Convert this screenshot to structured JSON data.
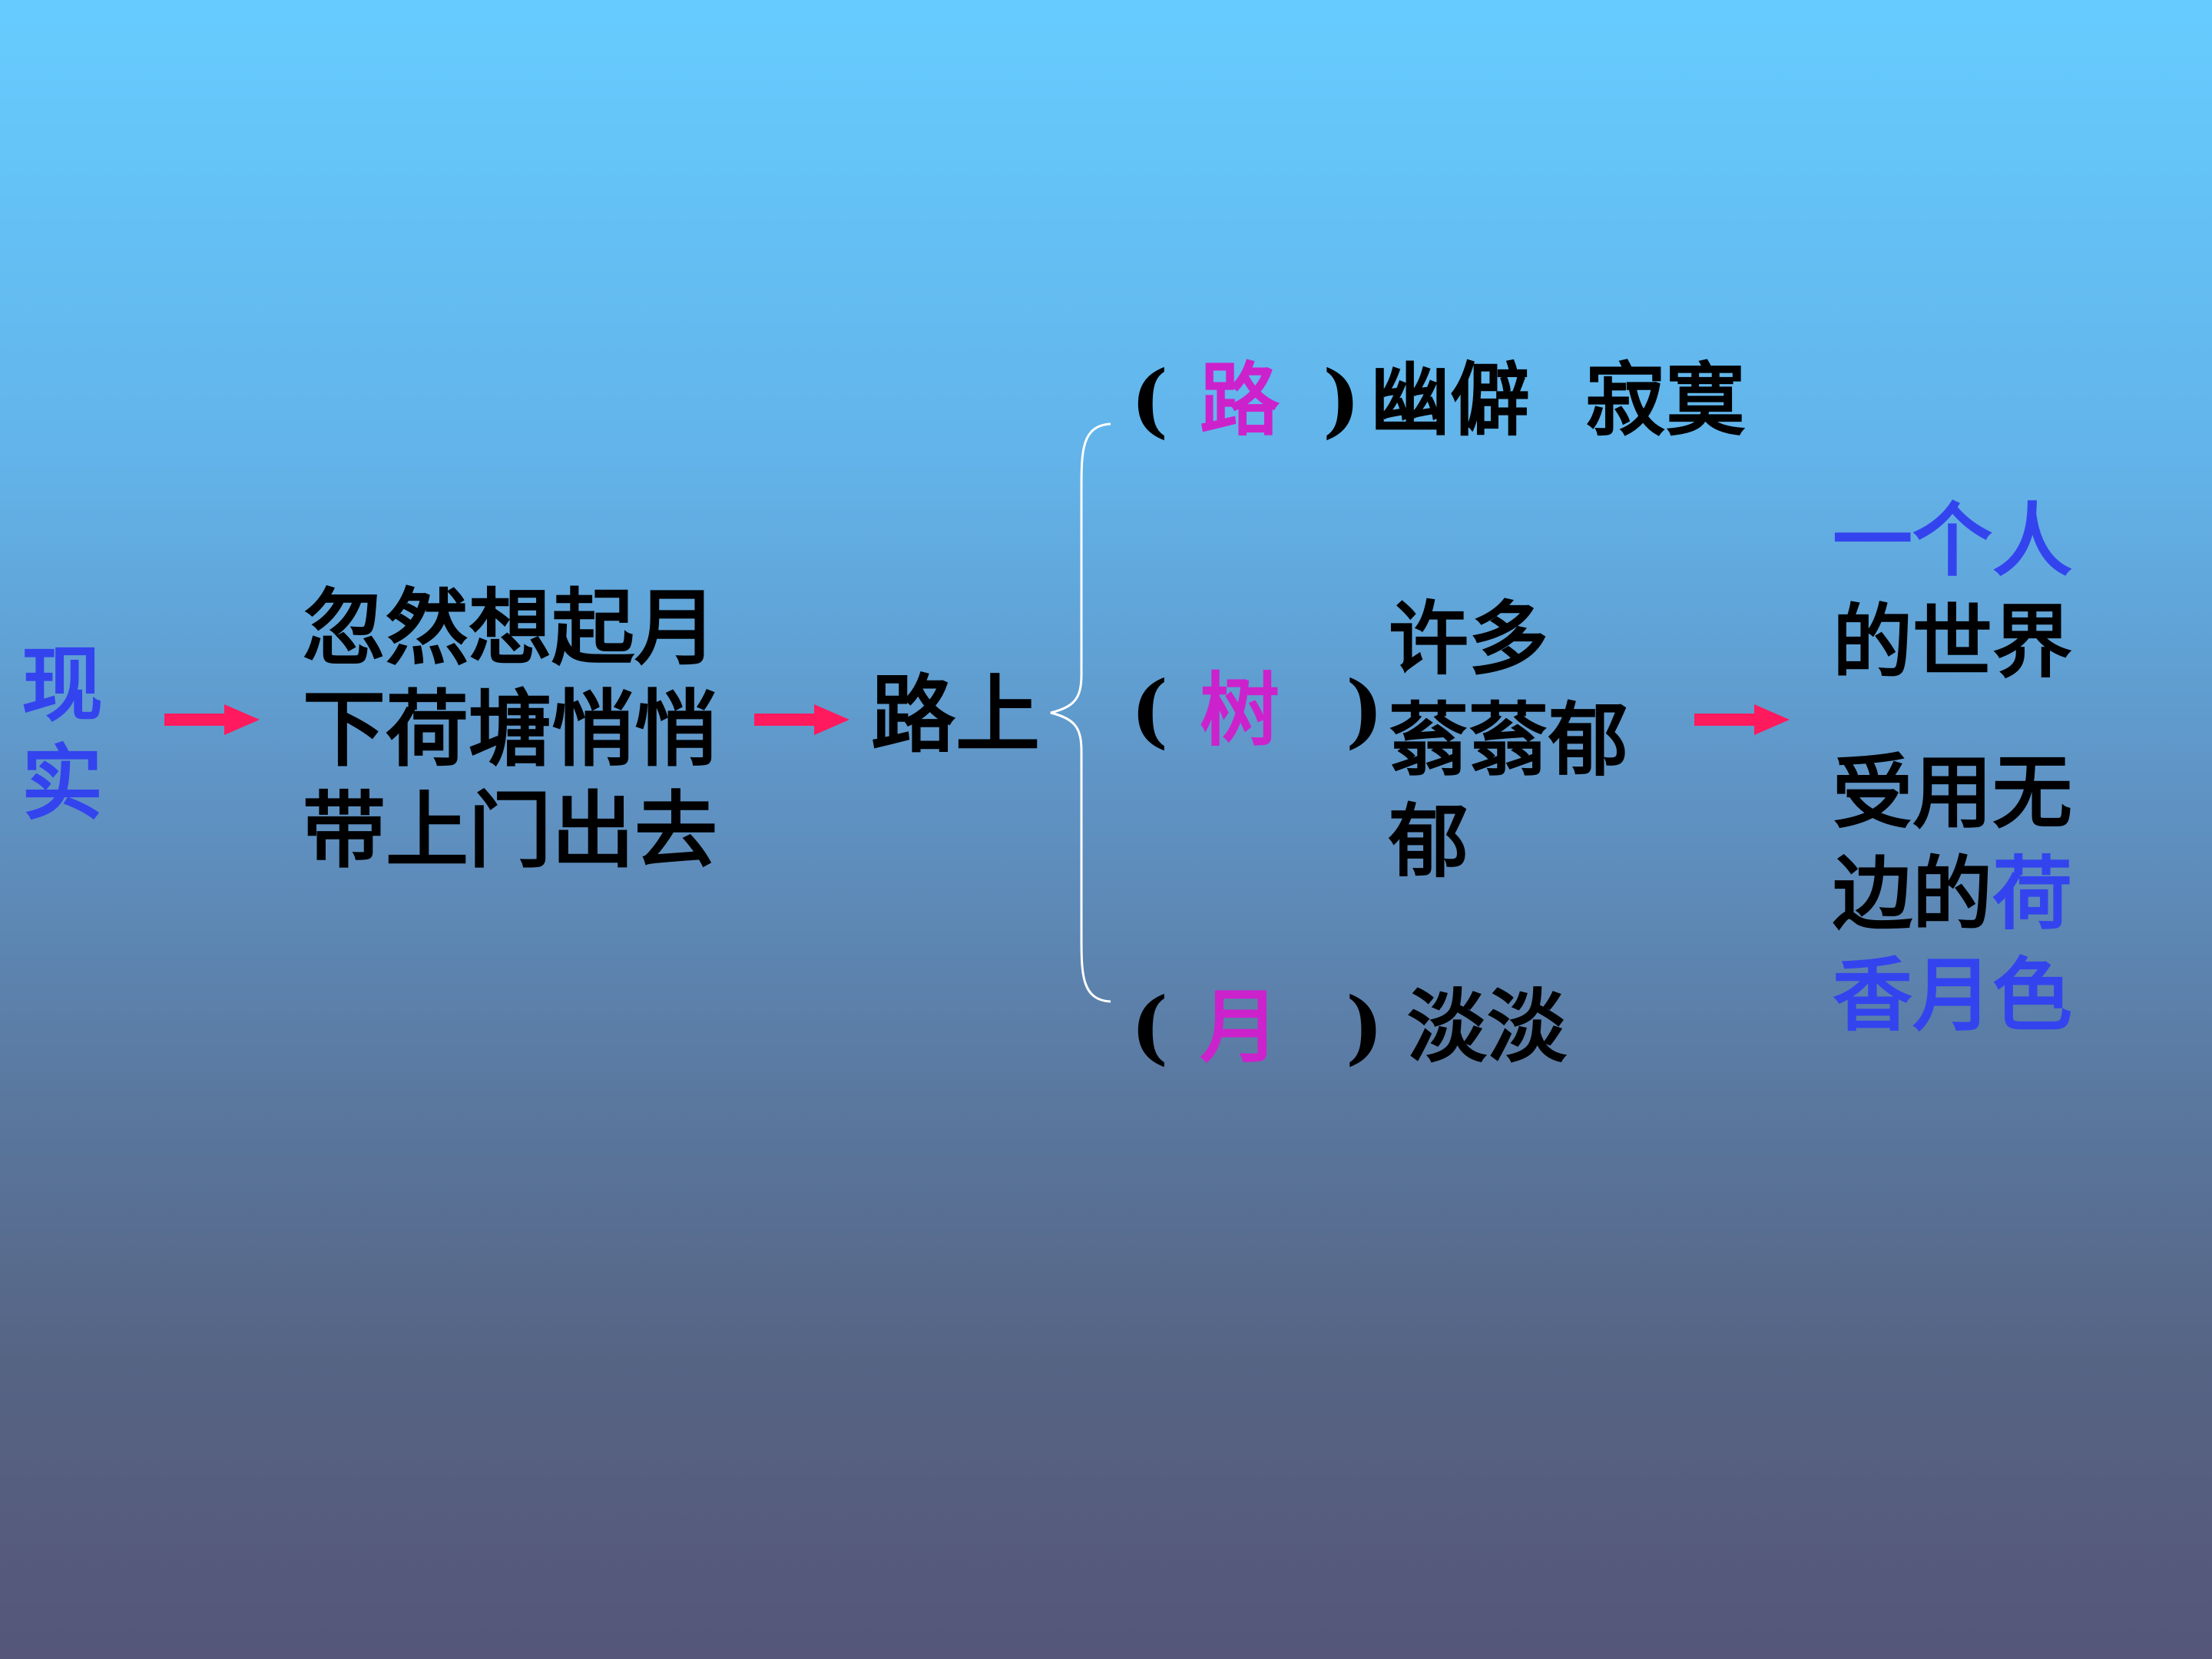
{
  "reality": [
    "现",
    "实"
  ],
  "memory": [
    "忽然想起月",
    "下荷塘悄悄",
    "带上门出去"
  ],
  "path": "路上",
  "branches": {
    "road": {
      "open": "(",
      "key": "路",
      "close": ")",
      "desc": "幽僻  寂寞"
    },
    "tree": {
      "open": "(",
      "key": "树",
      "close": ")",
      "desc": [
        "许多",
        "蓊蓊郁",
        "郁"
      ]
    },
    "moon": {
      "open": "(",
      "key": "月",
      "close": ")",
      "desc": "淡淡"
    }
  },
  "result": {
    "alone_world": [
      "一个人",
      "的世界"
    ],
    "enjoy": {
      "line1": "受用无",
      "line2_black": "边的",
      "line2_blue": "荷",
      "line3": "香月色"
    }
  },
  "colors": {
    "arrow": "#ff1a5e",
    "highlight_blue": "#3344ee",
    "highlight_magenta": "#cc22cc",
    "brace": "#ffffff"
  }
}
